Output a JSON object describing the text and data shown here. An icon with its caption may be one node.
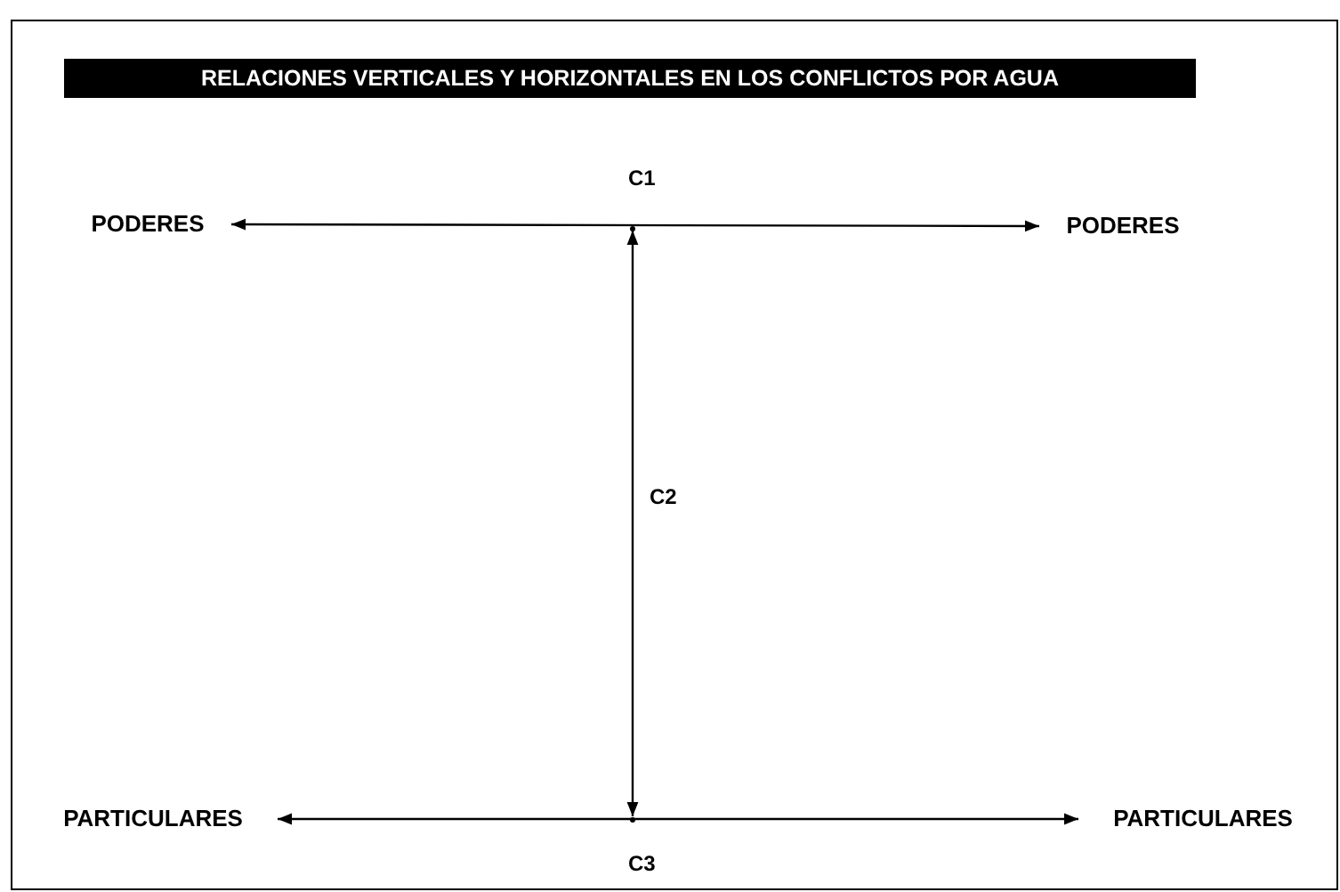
{
  "diagram": {
    "title": "RELACIONES VERTICALES Y HORIZONTALES EN LOS CONFLICTOS POR AGUA",
    "nodes": [
      {
        "text": [
          "PODERES"
        ]
      },
      {
        "text": [
          "PODERES"
        ]
      },
      {
        "text": [
          "PARTICULARES"
        ]
      },
      {
        "text": [
          "PARTICULARES"
        ]
      },
      {
        "text": [],
        "shape": "point"
      },
      {
        "text": [],
        "shape": "point"
      }
    ],
    "edges": [
      {
        "from": 0,
        "to": 1,
        "arrow": "both",
        "label": "C1"
      },
      {
        "from": 4,
        "to": 5,
        "arrow": "both",
        "label": "C2"
      },
      {
        "from": 2,
        "to": 3,
        "arrow": "both",
        "label": "C3"
      }
    ]
  }
}
